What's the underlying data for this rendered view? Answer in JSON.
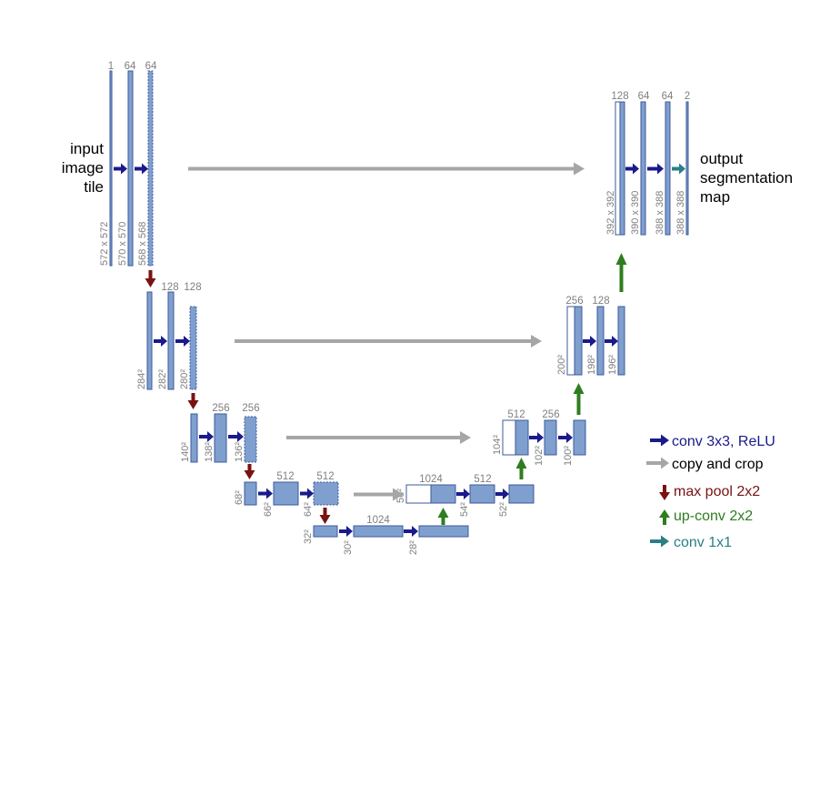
{
  "input_label": [
    "input",
    "image",
    "tile"
  ],
  "output_label": [
    "output",
    "segmentation",
    "map"
  ],
  "blocks": [
    {
      "channels": "1",
      "size": "572 x 572"
    },
    {
      "channels": "64",
      "size": "570 x 570"
    },
    {
      "channels": "64",
      "size": "568 x 568"
    },
    {
      "channels": "128",
      "size": "284²"
    },
    {
      "channels": "128",
      "size": "282²"
    },
    {
      "channels": "",
      "size": "280²"
    },
    {
      "channels": "256",
      "size": "140²"
    },
    {
      "channels": "256",
      "size": "138²"
    },
    {
      "channels": "",
      "size": "136²"
    },
    {
      "channels": "512",
      "size": "68²"
    },
    {
      "channels": "512",
      "size": "66²"
    },
    {
      "channels": "",
      "size": "64²"
    },
    {
      "channels": "1024",
      "size": "32²"
    },
    {
      "channels": "",
      "size": "30²"
    },
    {
      "channels": "",
      "size": "28²"
    },
    {
      "channels": "1024",
      "size": "56²"
    },
    {
      "channels": "512",
      "size": "54²"
    },
    {
      "channels": "",
      "size": "52²"
    },
    {
      "channels": "512",
      "size": "104²"
    },
    {
      "channels": "256",
      "size": "102²"
    },
    {
      "channels": "",
      "size": "100²"
    },
    {
      "channels": "256",
      "size": "200²"
    },
    {
      "channels": "128",
      "size": "198²"
    },
    {
      "channels": "",
      "size": "196²"
    },
    {
      "channels": "128",
      "size": "392 x 392"
    },
    {
      "channels": "64",
      "size": "390 x 390"
    },
    {
      "channels": "64",
      "size": "388 x 388"
    },
    {
      "channels": "2",
      "size": "388 x 388"
    }
  ],
  "legend": [
    {
      "label": "conv 3x3, ReLU",
      "color": "#1a1a8c",
      "icon": "arrow-right-icon"
    },
    {
      "label": "copy and crop",
      "color": "#000000",
      "arrow_color": "#a6a6a6",
      "icon": "arrow-right-icon"
    },
    {
      "label": "max pool 2x2",
      "color": "#7a1212",
      "icon": "arrow-down-icon"
    },
    {
      "label": "up-conv 2x2",
      "color": "#2e7d1e",
      "icon": "arrow-up-icon"
    },
    {
      "label": "conv 1x1",
      "color": "#2b7f86",
      "icon": "arrow-right-icon"
    }
  ],
  "colors": {
    "block_fill": "#7f9fcf",
    "block_stroke": "#3d5a99",
    "conv": "#1a1a8c",
    "copy": "#a6a6a6",
    "pool": "#7a1212",
    "upconv": "#2e7d1e",
    "conv1x1": "#2b7f86",
    "text_gray": "#7f7f7f"
  }
}
